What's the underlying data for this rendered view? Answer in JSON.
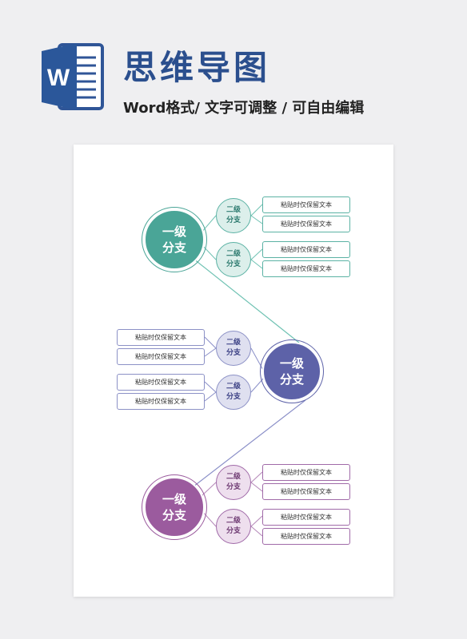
{
  "header": {
    "word_logo_letter": "W",
    "title": "思维导图",
    "subtitle": "Word格式/ 文字可调整 / 可自由编辑"
  },
  "colors": {
    "title_blue": "#2b4f8e",
    "teal": "#4aa597",
    "blue": "#5d62a8",
    "purple": "#9b5b9e"
  },
  "mindmap": {
    "center": {
      "line1": "一级",
      "line2": "分支"
    },
    "branches": [
      {
        "line1": "一级",
        "line2": "分支",
        "color": "teal",
        "subs": [
          {
            "line1": "二级",
            "line2": "分支",
            "leaves": [
              "粘贴时仅保留文本",
              "粘贴时仅保留文本"
            ]
          },
          {
            "line1": "二级",
            "line2": "分支",
            "leaves": [
              "粘贴时仅保留文本",
              "粘贴时仅保留文本"
            ]
          }
        ]
      },
      {
        "line1": "一级",
        "line2": "分支",
        "color": "blue",
        "subs": [
          {
            "line1": "二级",
            "line2": "分支",
            "leaves": [
              "粘贴时仅保留文本",
              "粘贴时仅保留文本"
            ]
          },
          {
            "line1": "二级",
            "line2": "分支",
            "leaves": [
              "粘贴时仅保留文本",
              "粘贴时仅保留文本"
            ]
          }
        ]
      },
      {
        "line1": "一级",
        "line2": "分支",
        "color": "purple",
        "subs": [
          {
            "line1": "二级",
            "line2": "分支",
            "leaves": [
              "粘贴时仅保留文本",
              "粘贴时仅保留文本"
            ]
          },
          {
            "line1": "二级",
            "line2": "分支",
            "leaves": [
              "粘贴时仅保留文本",
              "粘贴时仅保留文本"
            ]
          }
        ]
      }
    ]
  }
}
